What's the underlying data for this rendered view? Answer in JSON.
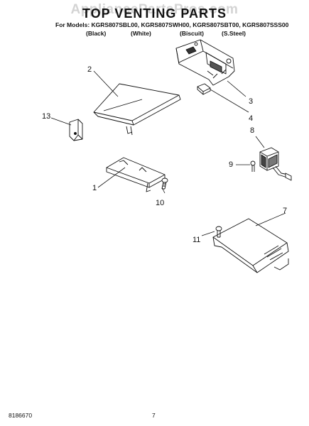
{
  "watermark": "AppliancePartsPros.com",
  "title": "TOP VENTING PARTS",
  "models_line": "For Models: KGRS807SBL00, KGRS807SWH00, KGRS807SBT00, KGRS807SSS00",
  "colors": [
    "(Black)",
    "(White)",
    "(Biscuit)",
    "(S.Steel)"
  ],
  "callouts": {
    "c1": "1",
    "c2": "2",
    "c3": "3",
    "c4": "4",
    "c7": "7",
    "c8": "8",
    "c9": "9",
    "c10": "10",
    "c11": "11",
    "c13": "13"
  },
  "footer": {
    "doc_number": "8186670",
    "page_number": "7"
  }
}
